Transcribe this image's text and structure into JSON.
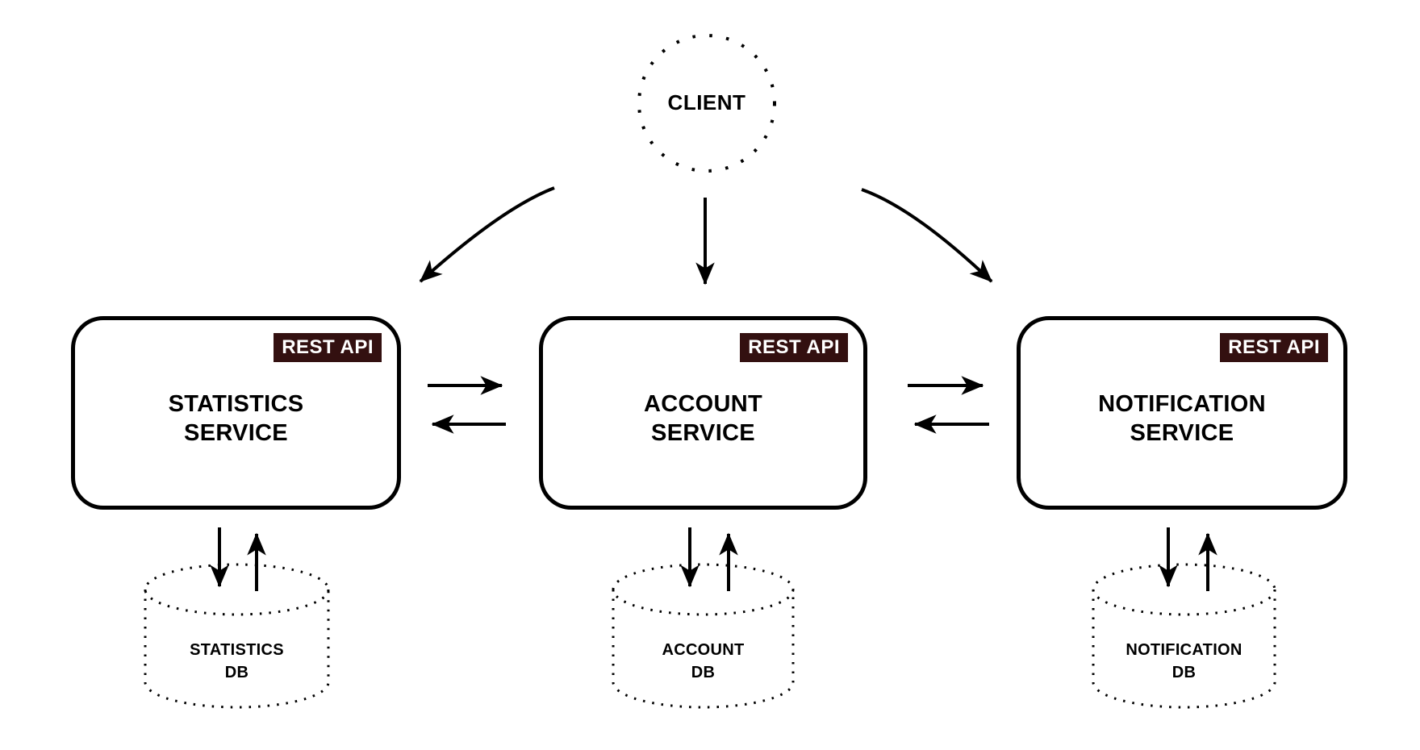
{
  "diagram": {
    "title_implicit": "Microservices REST architecture",
    "client": {
      "label": "CLIENT"
    },
    "services": [
      {
        "badge": "REST API",
        "name_line1": "STATISTICS",
        "name_line2": "SERVICE",
        "db_line1": "STATISTICS",
        "db_line2": "DB"
      },
      {
        "badge": "REST API",
        "name_line1": "ACCOUNT",
        "name_line2": "SERVICE",
        "db_line1": "ACCOUNT",
        "db_line2": "DB"
      },
      {
        "badge": "REST API",
        "name_line1": "NOTIFICATION",
        "name_line2": "SERVICE",
        "db_line1": "NOTIFICATION",
        "db_line2": "DB"
      }
    ],
    "colors": {
      "stroke": "#000000",
      "badge_bg": "#331010",
      "badge_text": "#ffffff",
      "background": "#ffffff"
    }
  }
}
